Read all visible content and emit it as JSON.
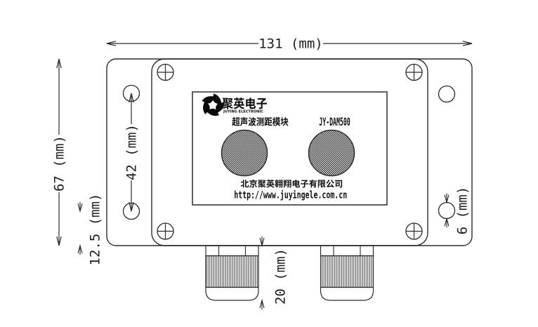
{
  "page": {
    "background": "#ffffff",
    "line_color": "#2b2b2b",
    "type": "dimensional drawing"
  },
  "dimensions": {
    "overall_width": {
      "value": "131",
      "unit": "mm",
      "label": "131 (mm)"
    },
    "overall_height": {
      "value": "67",
      "unit": "mm",
      "label": "67 (mm)"
    },
    "hole_spacing": {
      "value": "42",
      "unit": "mm",
      "label": "42 (mm)"
    },
    "hole_edge_offset": {
      "value": "12.5",
      "unit": "mm",
      "label": "12.5 (mm)"
    },
    "gland_height": {
      "value": "20",
      "unit": "mm",
      "label": "20 (mm)"
    },
    "hole_diameter": {
      "value": "6",
      "unit": "mm",
      "label": "6 (mm)"
    }
  },
  "nameplate": {
    "brand": "聚英电子",
    "brand_sub": "JUYING ELECTRONIC",
    "product_name": "超声波测距模块",
    "model": "JY-DAM500",
    "company": "北京聚英翱翔电子有限公司",
    "website": "http://www.juyingele.com.cn"
  }
}
